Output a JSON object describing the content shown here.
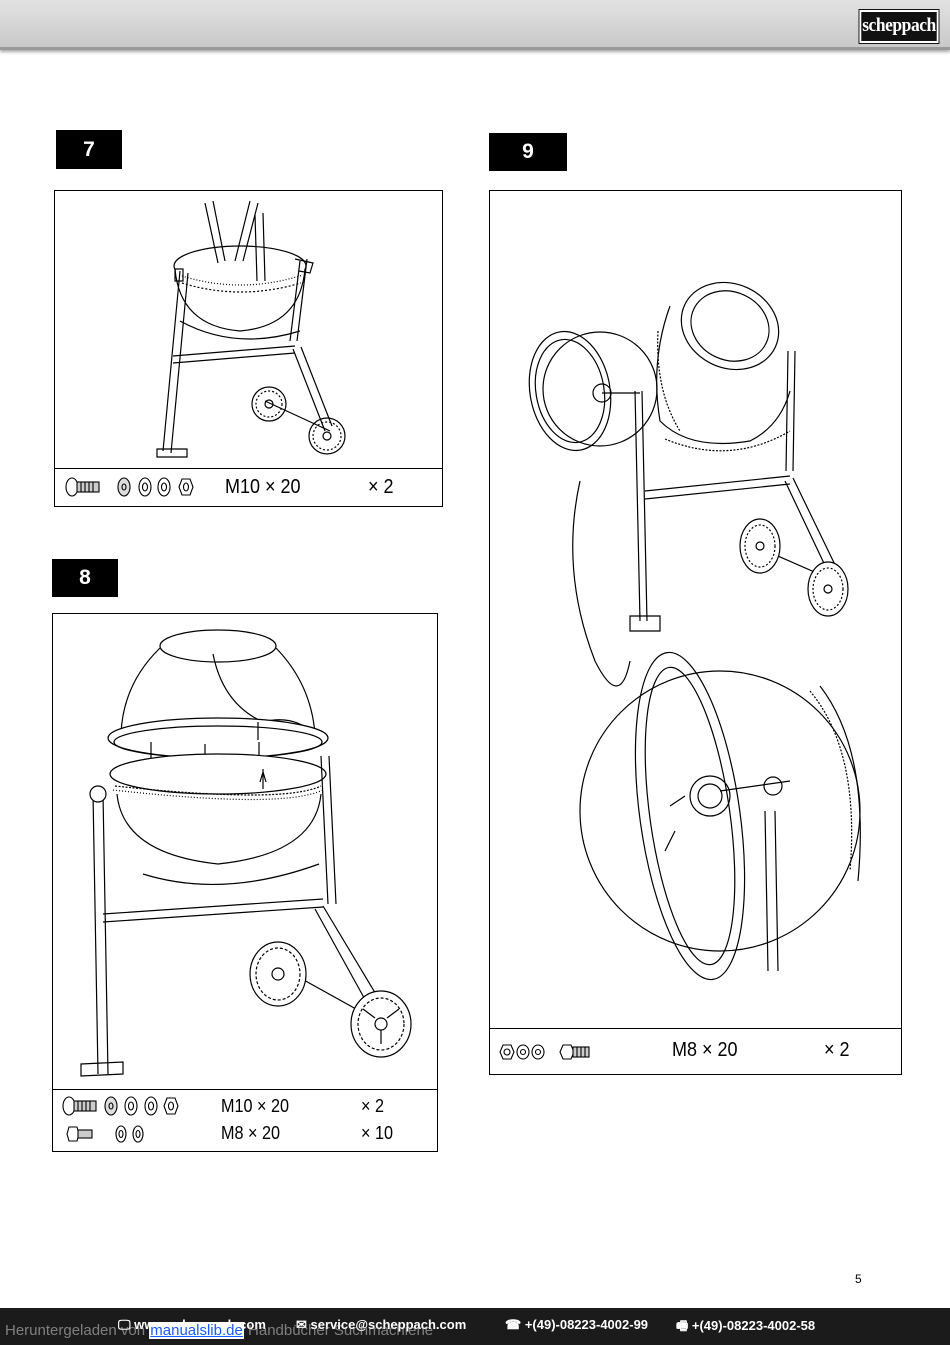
{
  "header": {
    "logo_text": "scheppach"
  },
  "steps": [
    {
      "number": "7",
      "parts": [
        {
          "spec": "M10 × 20",
          "qty": "× 2"
        }
      ]
    },
    {
      "number": "8",
      "parts": [
        {
          "spec": "M10 × 20",
          "qty": "× 2"
        },
        {
          "spec": "M8 × 20",
          "qty": "× 10"
        }
      ]
    },
    {
      "number": "9",
      "parts": [
        {
          "spec": "M8 × 20",
          "qty": "× 2"
        }
      ]
    }
  ],
  "page_number": "5",
  "footer": {
    "website": "www.scheppach.com",
    "email": "service@scheppach.com",
    "phone": "+(49)-08223-4002-99",
    "fax": "+(49)-08223-4002-58"
  },
  "watermark": {
    "prefix": "Heruntergeladen von",
    "link": "manualslib.de",
    "suffix": "Handbücher Suchmachiene"
  }
}
